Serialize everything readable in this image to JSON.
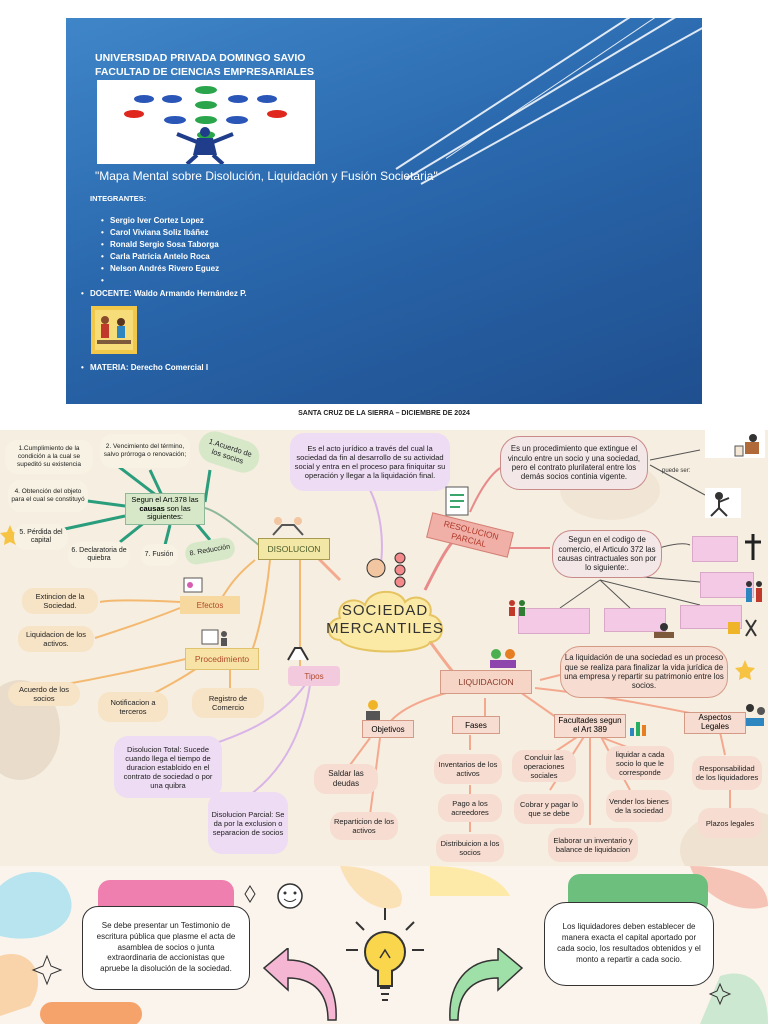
{
  "cover": {
    "university": "UNIVERSIDAD PRIVADA DOMINGO SAVIO",
    "faculty": "FACULTAD DE CIENCIAS EMPRESARIALES",
    "title": "\"Mapa Mental sobre Disolución, Liquidación y Fusión Societaria\"",
    "members_label": "INTEGRANTES:",
    "members": [
      "Sergio Iver Cortez Lopez",
      "Carol Viviana Soliz Ibáñez",
      "Ronald Sergio Sosa Taborga",
      "Carla Patricia Antelo Roca",
      "Nelson Andrés Rivero Eguez"
    ],
    "teacher": "DOCENTE: Waldo Armando Hernández P.",
    "subject": "MATERIA: Derecho Comercial I",
    "background_color": "#2a68ad"
  },
  "footer": "SANTA CRUZ DE LA SIERRA – DICIEMBRE DE 2024",
  "mindmap": {
    "center": [
      "SOCIEDAD",
      "MERCANTILES"
    ],
    "disolucion": {
      "label": "DISOLUCION",
      "definition": "Es el acto jurídico a través del cual la sociedad da fin al desarrollo de su actividad social y entra en el proceso para finiquitar su operación y llegar a la liquidación final.",
      "causes_intro": "Segun el Art.378 las",
      "causes_bold": "causas",
      "causes_outro": "son las siguientes:",
      "causes": [
        "1.Cumplimiento de la condición a la cual se supeditó su existencia",
        "2. Vencimiento del término, salvo prórroga o renovación;",
        "1.Acuerdo de los socios",
        "4. Obtención del objeto para el cual se constituyó",
        "5. Pérdida del capital",
        "6. Declaratoria de quiebra",
        "7. Fusión",
        "8. Reducción"
      ],
      "efectos": "Efectos",
      "efectos_items": [
        "Extincion de la Sociedad.",
        "Liquidacion de los activos."
      ],
      "procedimiento": "Procedimiento",
      "procedimiento_items": [
        "Acuerdo de los socios",
        "Notificacion a terceros",
        "Registro de Comercio"
      ],
      "tipos": "Tipos",
      "tipos_items": [
        "Disolucion Total: Sucede cuando llega el tiempo de duracion establcido en el contrato de sociedad o por una quibra",
        "Disolucion Parcial: Se da por la exclusion o separacion de socios"
      ]
    },
    "resolucion": {
      "label": "RESOLUCION PARCIAL",
      "definition": "Es un procedimiento que extingue el vinculo entre un socio y una sociedad, pero el contrato plurilateral entre los demás socios continia vigente.",
      "puede_ser": "puede ser:",
      "art372": "Segun en el codigo de comercio, el Articulo 372 las causas cintractuales son por lo siguiente:."
    },
    "liquidacion": {
      "label": "LIQUIDACION",
      "definition": "La liquidación de una sociedad es un proceso que se realiza para finalizar la vida jurídica de una empresa y repartir su patrimonio entre los socios.",
      "objetivos": "Objetivos",
      "objetivos_items": [
        "Saldar las deudas",
        "Reparticion de los activos"
      ],
      "fases": "Fases",
      "fases_items": [
        "Inventarios de los activos",
        "Pago a los acreedores",
        "Distribuicion a los socios"
      ],
      "facultades": "Facultades segun el Art 389",
      "facultades_items": [
        "Concluir las operaciones sociales",
        "liquidar a cada socio lo que le corresponde",
        "Cobrar y pagar lo que se debe",
        "Vender los bienes de la sociedad",
        "Elaborar un inventario y balance de liquidacion"
      ],
      "aspectos": "Aspectos Legales",
      "aspectos_items": [
        "Responsabilidad de los liquidadores",
        "Plazos legales"
      ]
    }
  },
  "bottom": {
    "note_left": "Se debe presentar un Testimonio de escritura pública que plasme el acta de asamblea de socios o junta extraordinaria de accionistas que apruebe la disolución de la sociedad.",
    "note_right": "Los liquidadores deben establecer de manera exacta el capital aportado por cada socio, los resultados obtenidos y el monto a repartir a cada socio."
  }
}
